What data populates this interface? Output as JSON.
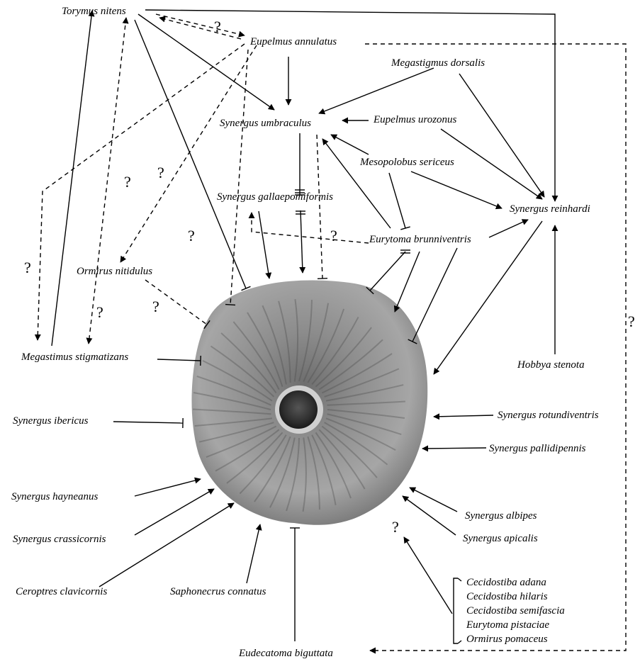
{
  "colors": {
    "ink": "#000000",
    "background": "#ffffff",
    "gall_light": "#b8b8b8",
    "gall_dark": "#5a5a5a",
    "hole": "#3a3a3a"
  },
  "species": {
    "torymus_nitens": "Torymus nitens",
    "eupelmus_annulatus": "Eupelmus annulatus",
    "megastigmus_dorsalis": "Megastigmus dorsalis",
    "synergus_umbraculus": "Synergus umbraculus",
    "eupelmus_urozonus": "Eupelmus urozonus",
    "mesopolobus_sericeus": "Mesopolobus sericeus",
    "synergus_gallaepomiformis": "Synergus gallaepomiformis",
    "synergus_reinhardi": "Synergus reinhardi",
    "eurytoma_brunniventris": "Eurytoma brunniventris",
    "ormirus_nitidulus": "Ormirus nitidulus",
    "megastimus_stigmatizans": "Megastimus stigmatizans",
    "hobbya_stenota": "Hobbya stenota",
    "synergus_ibericus": "Synergus ibericus",
    "synergus_rotundiventris": "Synergus rotundiventris",
    "synergus_pallidipennis": "Synergus pallidipennis",
    "synergus_hayneanus": "Synergus hayneanus",
    "synergus_albipes": "Synergus albipes",
    "synergus_crassicornis": "Synergus crassicornis",
    "synergus_apicalis": "Synergus apicalis",
    "ceroptres_clavicornis": "Ceroptres clavicornis",
    "saphonecrus_connatus": "Saphonecrus connatus",
    "eudecatoma_biguttata": "Eudecatoma biguttata"
  },
  "group_list": [
    "Cecidostiba adana",
    "Cecidostiba hilaris",
    "Cecidostiba semifascia",
    "Eurytoma pistaciae",
    "Ormirus pomaceus"
  ],
  "question_mark": "?"
}
